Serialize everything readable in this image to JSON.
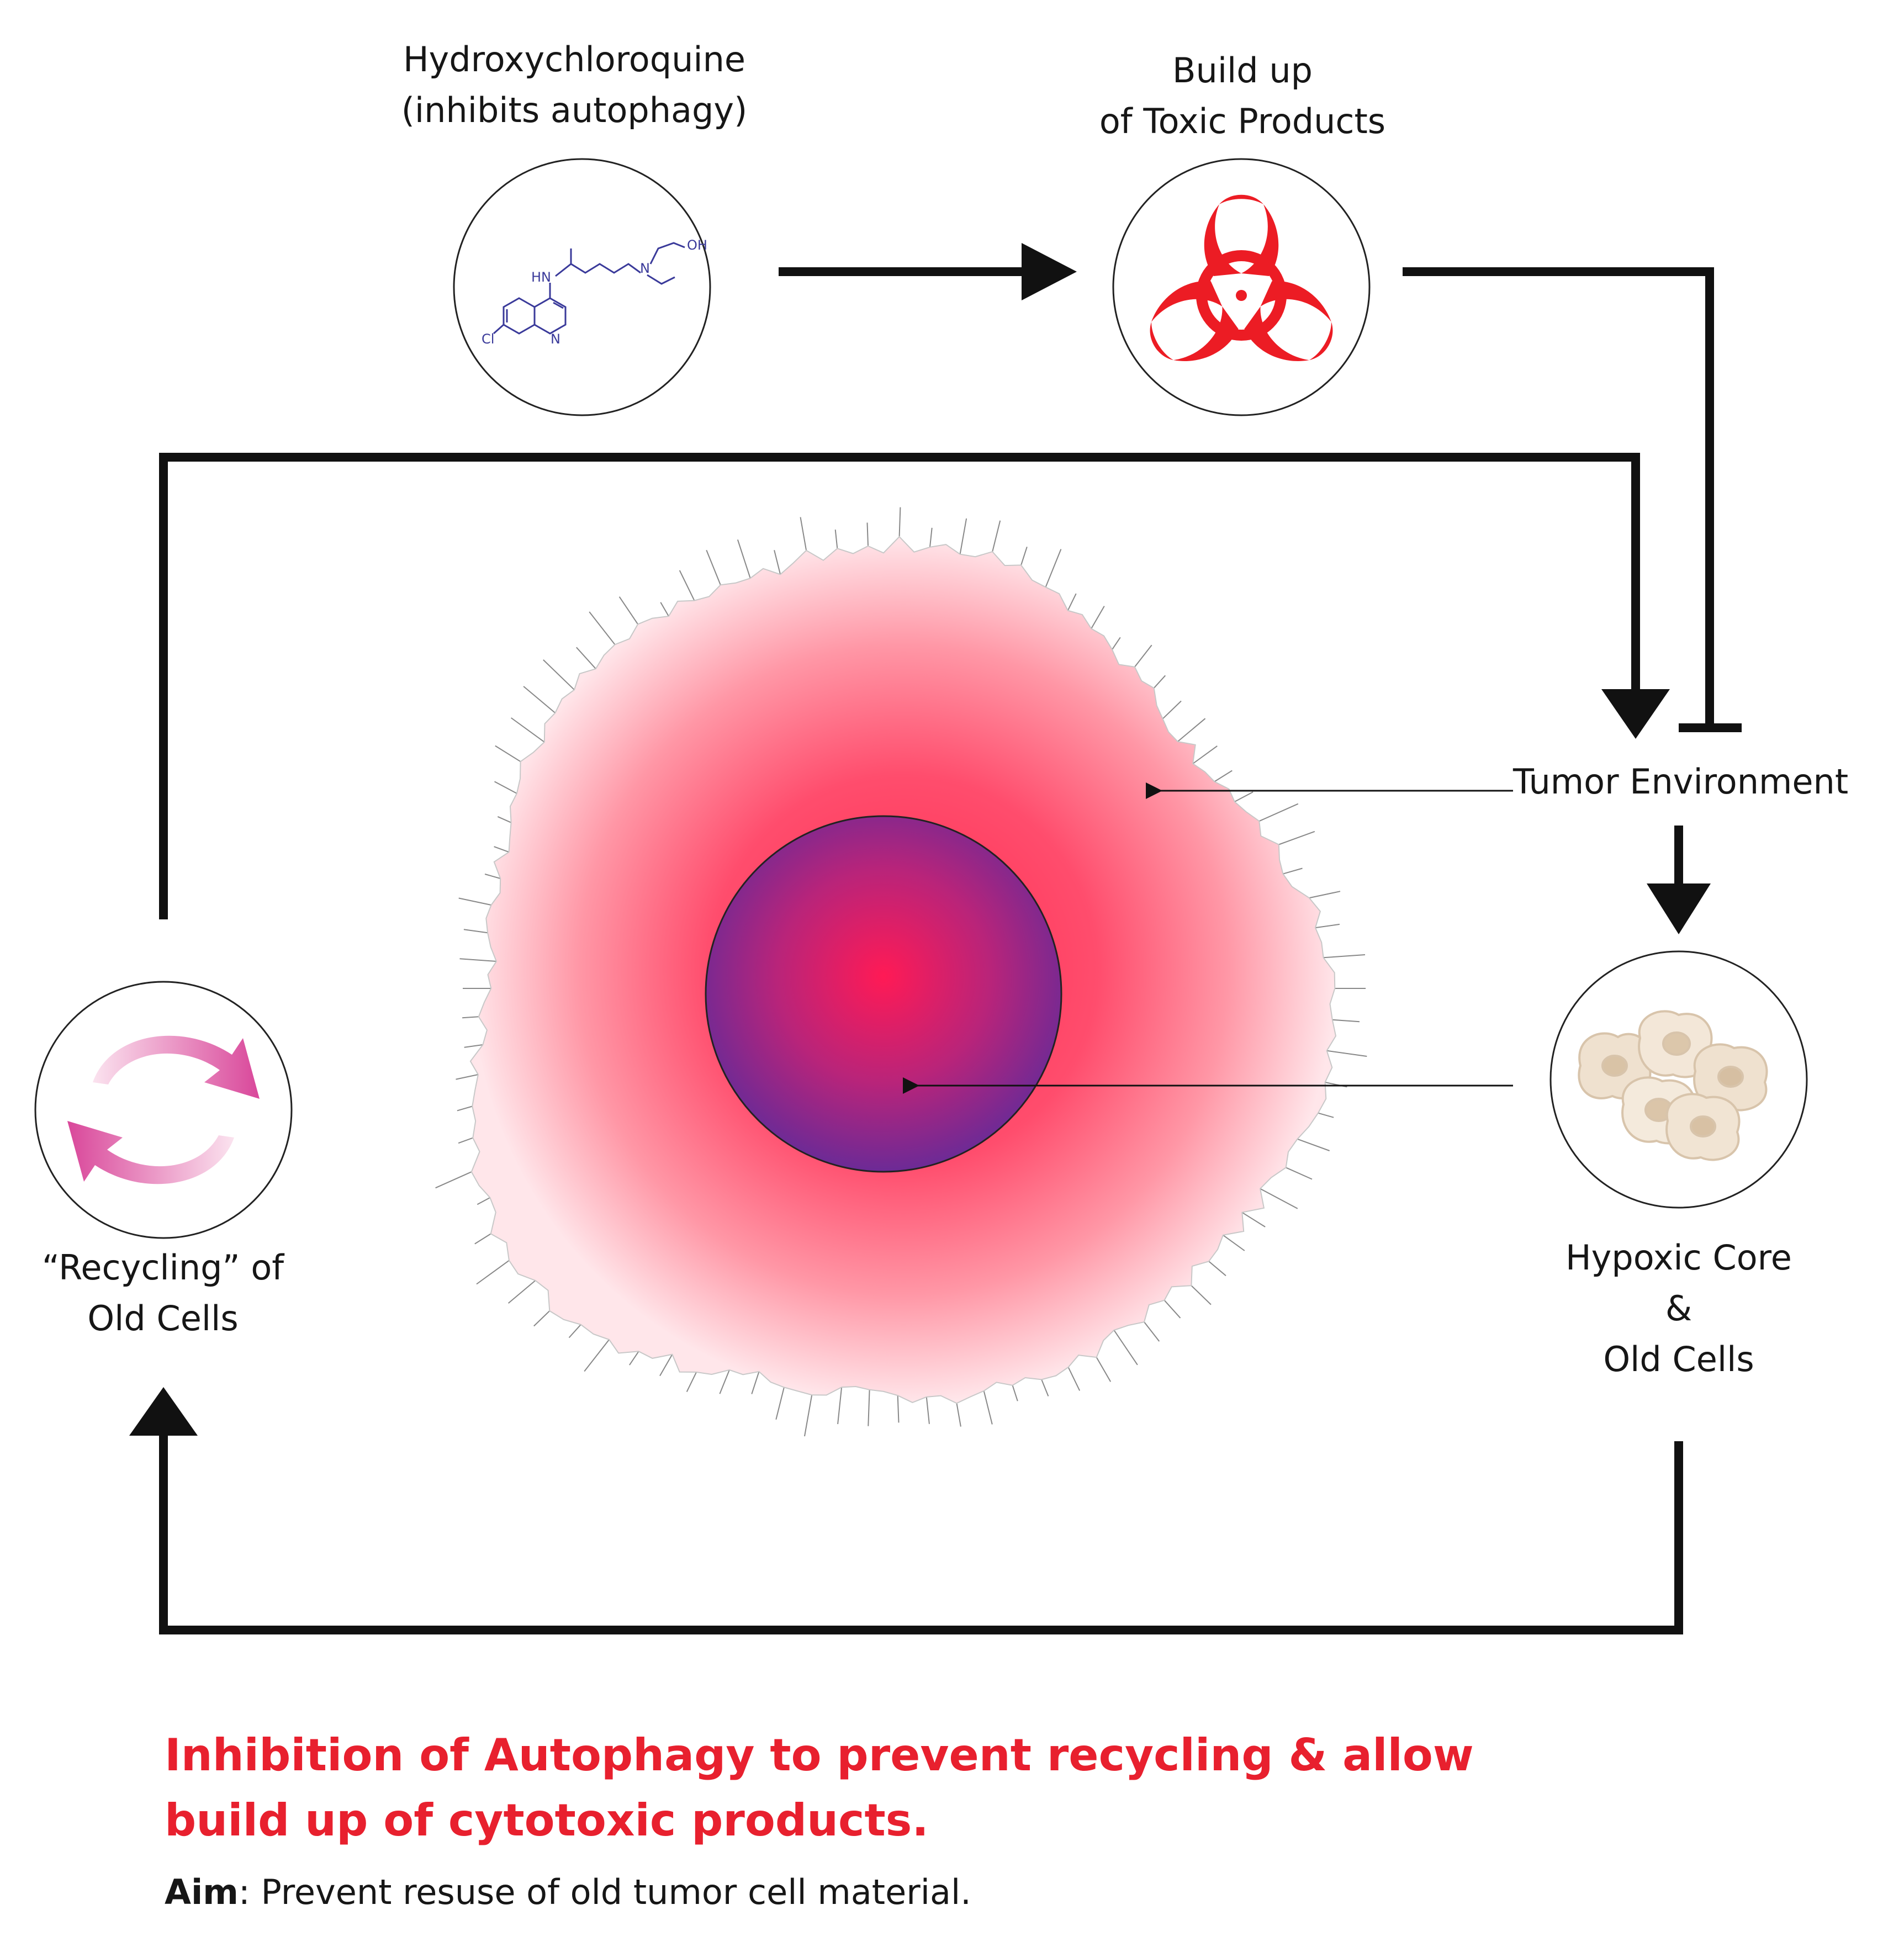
{
  "labels": {
    "drug_line1": "Hydroxychloroquine",
    "drug_line2": "(inhibits autophagy)",
    "toxic_line1": "Build up",
    "toxic_line2": "of Toxic Products",
    "tumor_env": "Tumor Environment",
    "recycling_line1": "“Recycling” of",
    "recycling_line2": "Old Cells",
    "hypoxic_line1": "Hypoxic Core",
    "hypoxic_line2": "&",
    "hypoxic_line3": "Old Cells"
  },
  "molecule": {
    "hn": "HN",
    "n_amine": "N",
    "oh": "OH",
    "cl": "Cl",
    "n_ring": "N"
  },
  "title": {
    "line1": "Inhibition of Autophagy to prevent recycling & allow",
    "line2": "build up of cytotoxic products."
  },
  "aim": {
    "label": "Aim",
    "text": ": Prevent resuse of old tumor cell material."
  },
  "colors": {
    "title_red": "#e8202e",
    "biohazard_red": "#ec1c24",
    "tumor_pink": "#ff4d6d",
    "core_purple": "#6c2a96",
    "recycle_pink": "#d9479a",
    "molecule_blue": "#3a3a9a"
  },
  "icons": {
    "drug": "molecule-structure-icon",
    "toxic": "biohazard-icon",
    "recycling": "recycle-arrows-icon",
    "old_cells": "cells-icon"
  }
}
